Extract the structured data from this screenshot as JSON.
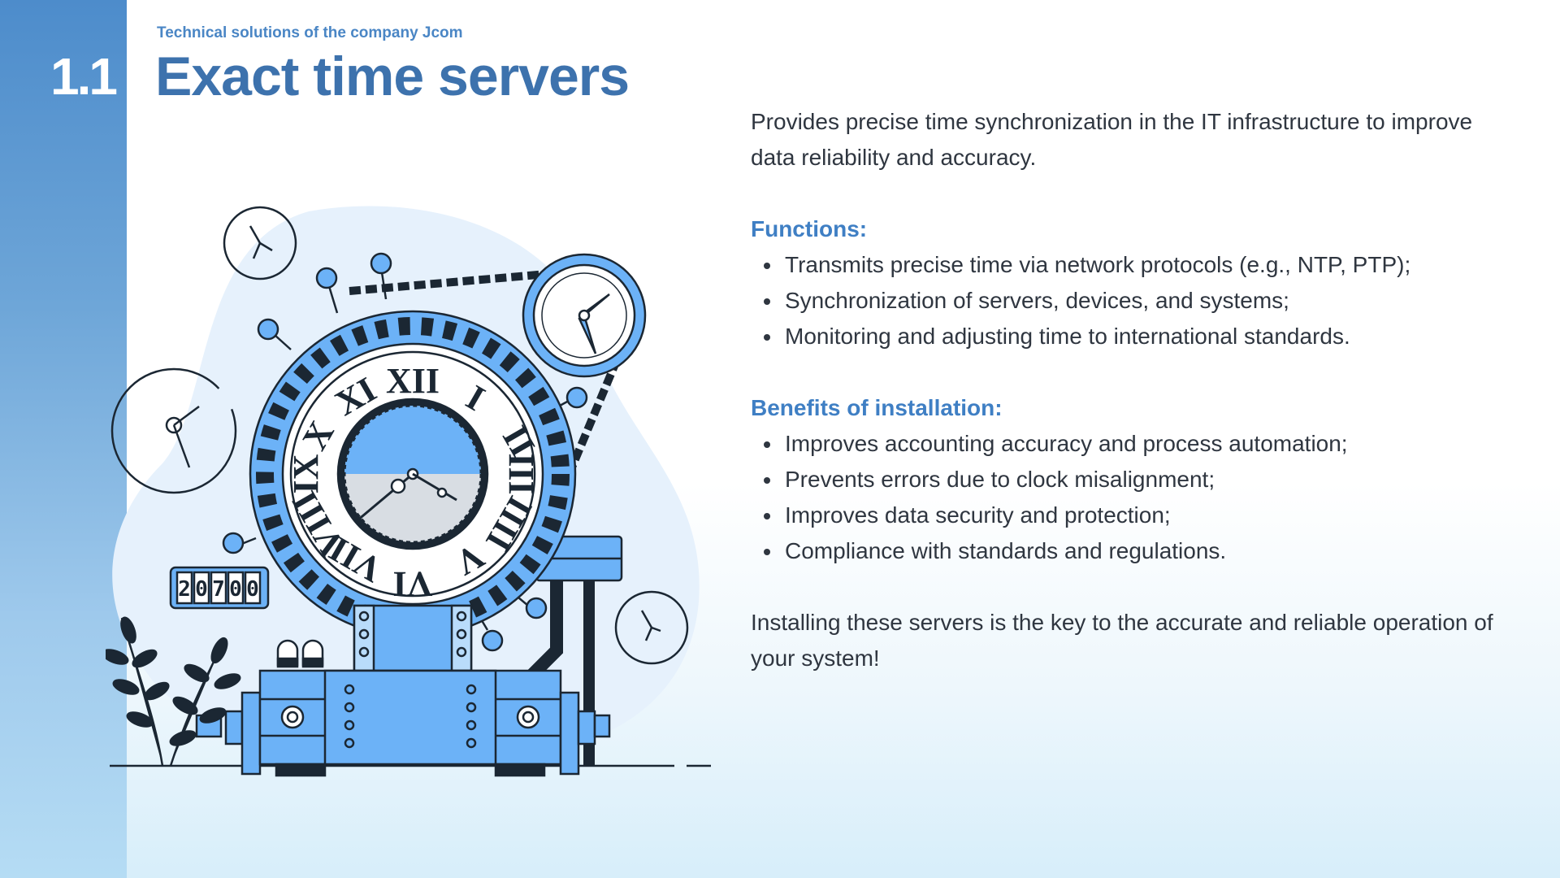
{
  "header": {
    "section_number": "1.1",
    "subtitle": "Technical solutions of the company Jcom",
    "title": "Exact time servers"
  },
  "illustration": {
    "counter_digits": [
      "2",
      "0",
      "7",
      "0",
      "0"
    ],
    "clock_numerals": [
      "XII",
      "I",
      "II",
      "III",
      "IIII",
      "V",
      "VI",
      "VII",
      "VIII",
      "IX",
      "X",
      "XI"
    ],
    "colors": {
      "primary": "#6cb2f7",
      "light": "#b9dcfb",
      "outline": "#1b2733",
      "blob": "#e6f1fc"
    }
  },
  "content": {
    "intro": "Provides precise time synchronization in the IT infrastructure to improve data reliability and accuracy.",
    "functions_heading": "Functions:",
    "functions": [
      "Transmits precise time via network protocols (e.g., NTP, PTP);",
      "Synchronization of servers, devices, and systems;",
      "Monitoring and adjusting time to international standards."
    ],
    "benefits_heading": "Benefits of installation:",
    "benefits": [
      "Improves accounting accuracy and process automation;",
      "Prevents errors due to clock misalignment;",
      "Improves data security and protection;",
      "Compliance with standards and regulations."
    ],
    "closing": "Installing these servers is the key to the accurate and reliable operation of your system!"
  },
  "theme": {
    "accent": "#3f7fc4",
    "title_color": "#3d72ad",
    "sidebar": "#4d8ccb",
    "text": "#2f3640"
  }
}
